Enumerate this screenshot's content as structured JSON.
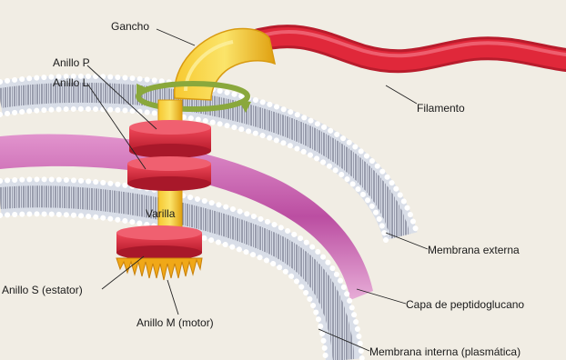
{
  "labels": {
    "gancho": "Gancho",
    "anillo_p": "Anillo P",
    "anillo_l": "Anillo L",
    "filamento": "Filamento",
    "varilla": "Varilla",
    "membrana_externa": "Membrana externa",
    "anillo_s": "Anillo S (estator)",
    "capa_peptidoglucano": "Capa de peptidoglucano",
    "anillo_m": "Anillo M (motor)",
    "membrana_interna": "Membrana interna (plasmática)"
  },
  "colors": {
    "background": "#f1ede4",
    "membrane_head": "#d9dee8",
    "membrane_tail": "#6e7185",
    "peptidoglycan": "#b53c9a",
    "rings": "#cf2a3c",
    "hook_rod": "#f2b420",
    "filament": "#e0283a",
    "rotation_arrow": "#8aa83c"
  }
}
